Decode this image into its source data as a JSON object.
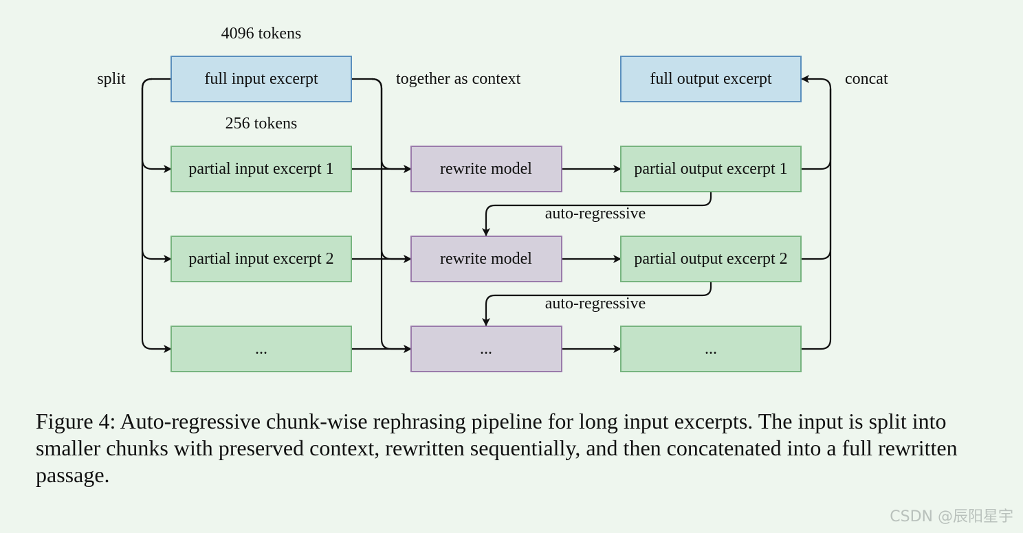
{
  "labels": {
    "tokens_full": "4096 tokens",
    "tokens_partial": "256 tokens",
    "split": "split",
    "context": "together as context",
    "concat": "concat",
    "autoreg_1": "auto-regressive",
    "autoreg_2": "auto-regressive"
  },
  "nodes": {
    "full_input": "full input excerpt",
    "full_output": "full output excerpt",
    "partial_input_1": "partial input excerpt 1",
    "partial_input_2": "partial input excerpt 2",
    "partial_input_3": "...",
    "rewrite_1": "rewrite model",
    "rewrite_2": "rewrite model",
    "rewrite_3": "...",
    "partial_output_1": "partial output excerpt 1",
    "partial_output_2": "partial output excerpt 2",
    "partial_output_3": "..."
  },
  "colors": {
    "blue_fill": "#c6e0ec",
    "blue_stroke": "#5a8fbd",
    "green_fill": "#c3e3c8",
    "green_stroke": "#77b47f",
    "purple_fill": "#d5d0dc",
    "purple_stroke": "#9a7bab",
    "edge": "#111111"
  },
  "caption": "Figure 4: Auto-regressive chunk-wise rephrasing pipeline for long input excerpts. The input is split into smaller chunks with preserved context, rewritten sequentially, and then concatenated into a full rewritten passage.",
  "watermark": "CSDN @辰阳星宇"
}
